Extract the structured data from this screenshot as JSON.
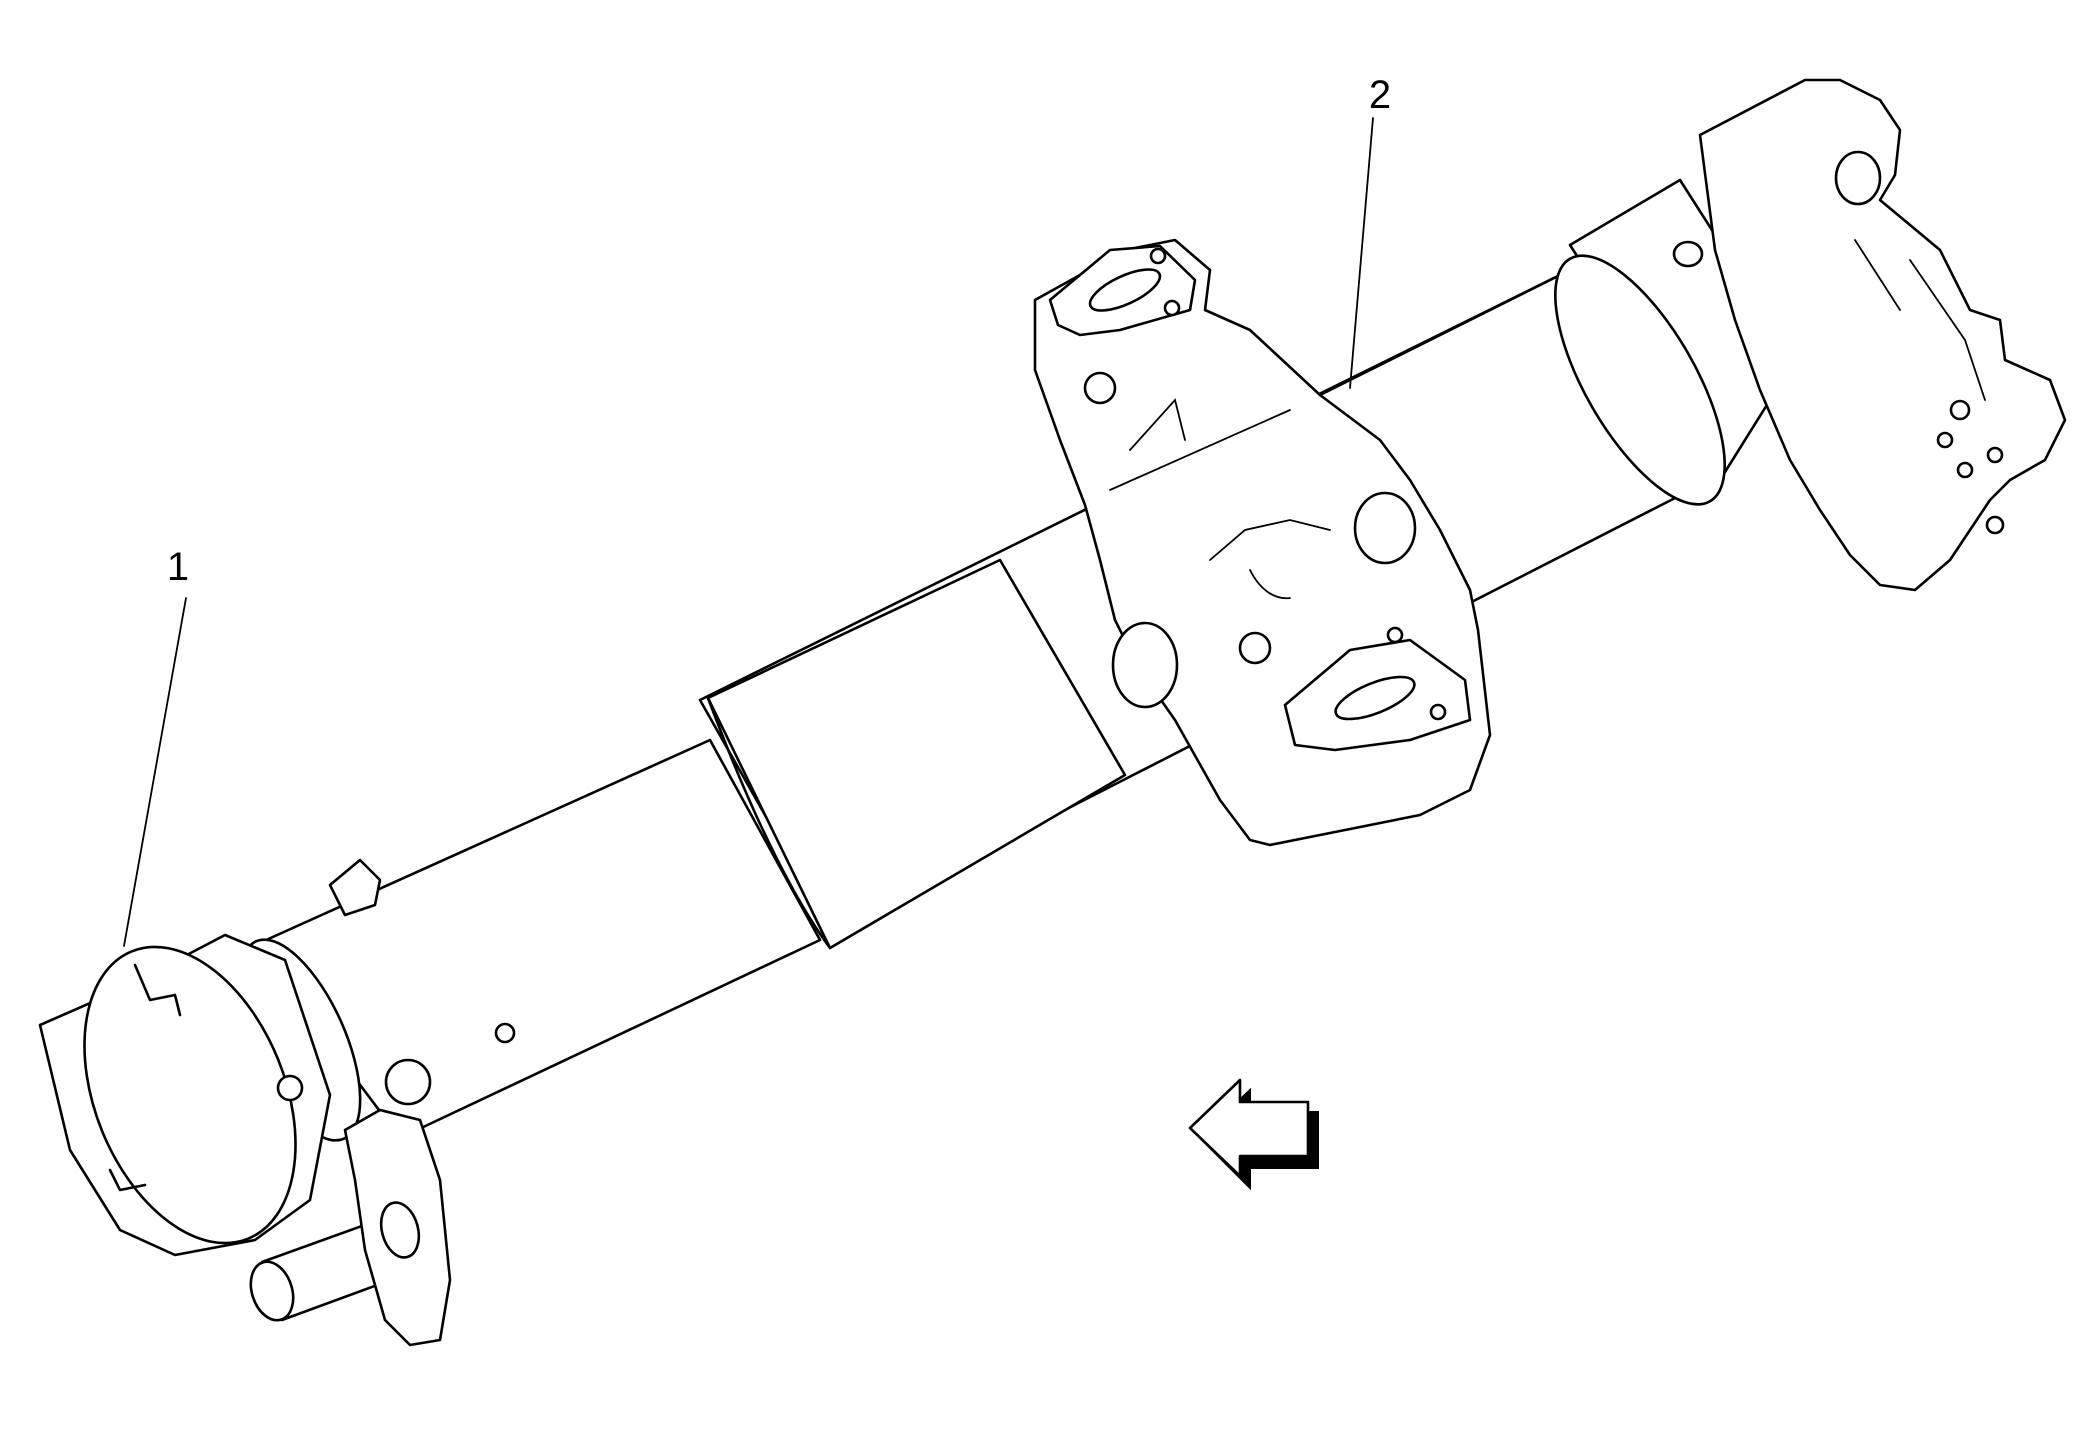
{
  "callouts": [
    {
      "id": "1",
      "label": "1"
    },
    {
      "id": "2",
      "label": "2"
    }
  ],
  "icons": {
    "direction_arrow": "left-arrow-icon"
  },
  "colors": {
    "line": "#000000",
    "background": "#ffffff"
  }
}
